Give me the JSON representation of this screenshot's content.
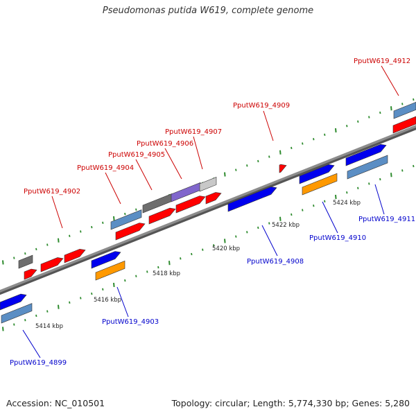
{
  "title": "Pseudomonas putida W619, complete genome",
  "footer": {
    "accession": "Accession: NC_010501",
    "info": "Topology: circular; Length: 5,774,330 bp; Genes: 5,280"
  },
  "colors": {
    "backbone": "#8c8c8c",
    "tick": "#2e8b2e",
    "forward_label": "#cc0000",
    "reverse_label": "#0000cc",
    "red_gene": "#ff0000",
    "blue_gene": "#0000ee",
    "steelblue_gene": "#5b8ec4",
    "orange_gene": "#ff9900",
    "gray_gene": "#6e6e6e",
    "purple_gene": "#8066cc",
    "lightgray_gene": "#c8c8c8"
  },
  "scale_labels": [
    "5414 kbp",
    "5416 kbp",
    "5418 kbp",
    "5420 kbp",
    "5422 kbp",
    "5424 kbp"
  ],
  "gene_labels": [
    {
      "text": "PputW619_4912",
      "strand": "forward"
    },
    {
      "text": "PputW619_4909",
      "strand": "forward"
    },
    {
      "text": "PputW619_4907",
      "strand": "forward"
    },
    {
      "text": "PputW619_4906",
      "strand": "forward"
    },
    {
      "text": "PputW619_4905",
      "strand": "forward"
    },
    {
      "text": "PputW619_4904",
      "strand": "forward"
    },
    {
      "text": "PputW619_4902",
      "strand": "forward"
    },
    {
      "text": "PputW619_4911",
      "strand": "reverse"
    },
    {
      "text": "PputW619_4910",
      "strand": "reverse"
    },
    {
      "text": "PputW619_4908",
      "strand": "reverse"
    },
    {
      "text": "PputW619_4903",
      "strand": "reverse"
    },
    {
      "text": "PputW619_4899",
      "strand": "reverse"
    }
  ]
}
